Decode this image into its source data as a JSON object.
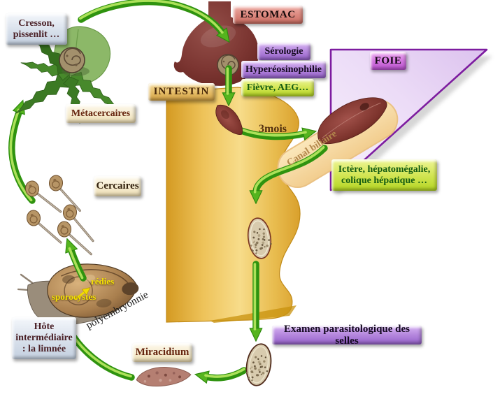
{
  "labels": {
    "cresson": [
      "Cresson,",
      "pissenlit …"
    ],
    "estomac": "ESTOMAC",
    "serologie": "Sérologie",
    "hypereosinophilie": "Hyperéosinophilie",
    "fievre_aeg": "Fièvre, AEG…",
    "foie": "FOIE",
    "intestin": "INTESTIN",
    "metacercaires": "Métacercaires",
    "cercaires": "Cercaires",
    "trois_mois": "3mois",
    "canal_biliaire": "Canal biliaire",
    "ictere": [
      "Ictère, hépatomégalie,",
      "colique hépatique …"
    ],
    "examen_selles": "Examen parasitologique des selles",
    "miracidium": "Miracidium",
    "hote_intermediaire": [
      "Hôte",
      "intermédiaire",
      ": la limnée"
    ],
    "redies": "rédies",
    "sporocystes": "sporocystes",
    "polyembryonnie": "polyembryonnie"
  },
  "colors": {
    "arrow_green": "#2f930f",
    "box_purple": "#9460c9",
    "box_green_clinical": "#b3d522",
    "box_red_organ": "#c96b60",
    "box_magenta_liver": "#ba50cf",
    "box_tan_intestin": "#d2a042",
    "box_bluegray_host": "#c3cfdf",
    "box_cream_stage": "#ecdcb2",
    "intestine_gold": "#eec054",
    "stomach_maroon": "#7a3330",
    "liver_fill": "#e9d6f6",
    "liver_border": "#7d1ca0",
    "stage_text_yellow": "#f4e203"
  }
}
